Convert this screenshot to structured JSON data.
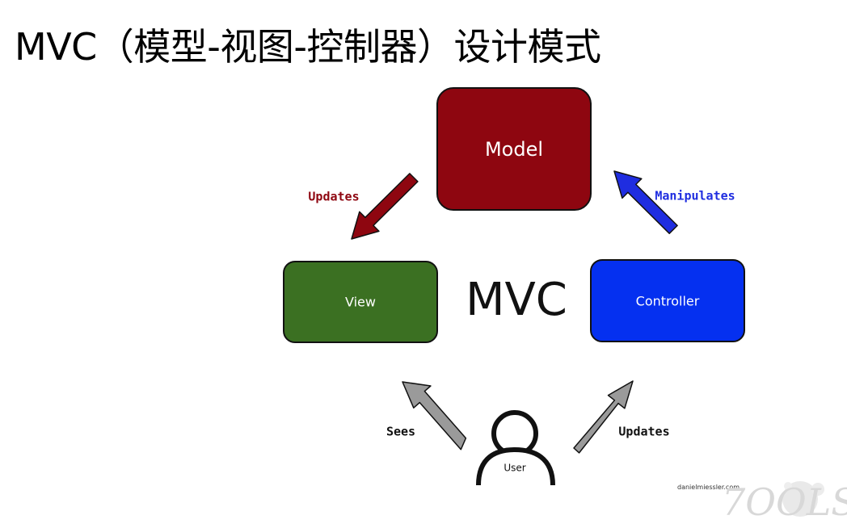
{
  "title": "MVC（模型-视图-控制器）设计模式",
  "diagram": {
    "center": "MVC",
    "nodes": {
      "model": {
        "label": "Model",
        "color": "#8e0610"
      },
      "view": {
        "label": "View",
        "color": "#3b7022"
      },
      "controller": {
        "label": "Controller",
        "color": "#0530f0"
      },
      "user": {
        "label": "User"
      }
    },
    "edges": {
      "model_to_view": {
        "label": "Updates",
        "color": "#8e0610"
      },
      "controller_to_model": {
        "label": "Manipulates",
        "color": "#1f2de0"
      },
      "user_to_view": {
        "label": "Sees"
      },
      "user_to_controller": {
        "label": "Updates"
      }
    },
    "credit": "danielmiessler.com",
    "watermark": "7OOLS"
  }
}
